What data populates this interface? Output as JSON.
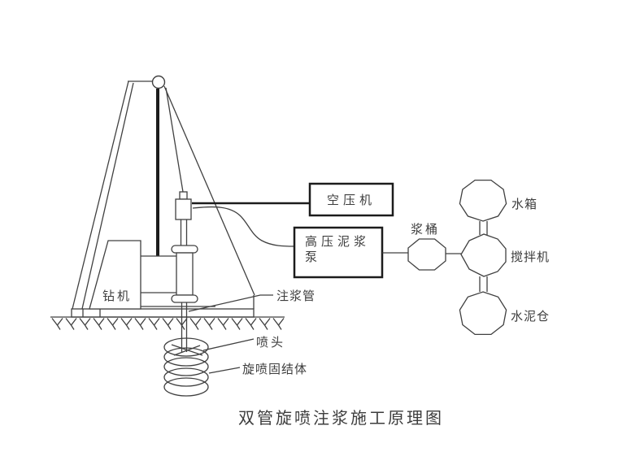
{
  "diagram": {
    "title": "双管旋喷注浆施工原理图",
    "labels": {
      "drill_rig": "钻机",
      "grout_pipe": "注浆管",
      "nozzle": "喷头",
      "consolidated_body": "旋喷固结体",
      "air_compressor": "空压机",
      "mud_pump_line1": "高压泥浆",
      "mud_pump_line2": "泵",
      "slurry_bucket": "浆桶",
      "water_tank": "水箱",
      "mixer": "搅拌机",
      "cement_silo": "水泥仓"
    },
    "colors": {
      "line": "#404040",
      "box_border": "#1c1c1c",
      "text": "#3d3d3d",
      "background": "#ffffff"
    }
  }
}
